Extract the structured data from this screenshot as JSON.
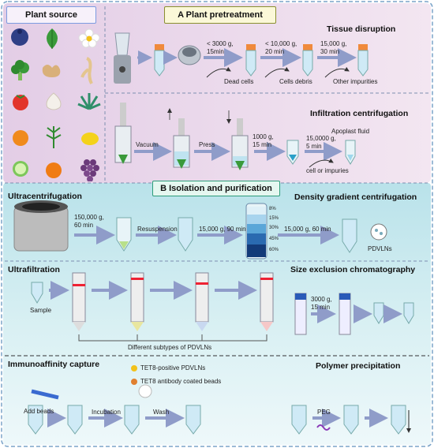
{
  "headings": {
    "plant_source": "Plant source",
    "pretreatment": "A Plant pretreatment",
    "tissue_disruption": "Tissue disruption",
    "infiltration": "Infiltration centrifugation",
    "isolation": "B Isolation and purification",
    "ultracentrifugation": "Ultracentrifugation",
    "density_gradient": "Density gradient centrifugation",
    "ultrafiltration": "Ultrafiltration",
    "size_exclusion": "Size exclusion chromatography",
    "immunoaffinity": "Immunoaffinity capture",
    "polymer": "Polymer precipitation"
  },
  "tissue": {
    "step1_line1": "< 3000 g,",
    "step1_line2": "15min",
    "step1_waste": "Dead cells",
    "step2_line1": "< 10,000 g,",
    "step2_line2": "20 min",
    "step2_waste": "Cells debris",
    "step3_line1": "15,000 g,",
    "step3_line2": "30 min",
    "step3_waste": "Other impurities"
  },
  "infiltration": {
    "vacuum": "Vacuum",
    "press": "Press",
    "spin1_line1": "1000 g,",
    "spin1_line2": "15 min",
    "apoplast": "Apoplast fluid",
    "spin2_line1": "15,0000 g,",
    "spin2_line2": "5 min",
    "waste": "cell or impuries"
  },
  "ultra": {
    "spin1_line1": "150,000 g,",
    "spin1_line2": "60 min",
    "resuspension": "Resuspension",
    "spin2": "15,000 g, 90 min",
    "gradient": [
      "8%",
      "15%",
      "30%",
      "45%",
      "60%"
    ],
    "spin3": "15,000 g, 60 min",
    "product": "PDVLNs"
  },
  "filtration": {
    "sample": "Sample",
    "subtypes": "Different subtypes of PDVLNs",
    "sec_line1": "3000 g,",
    "sec_line2": "15 min"
  },
  "immuno": {
    "legend_particles": "TET8-positive PDVLNs",
    "legend_beads": "TET8 antibody coated beads",
    "add_beads": "Add beads",
    "incubation": "Incubation",
    "wash": "Wash",
    "peg": "PEG"
  },
  "colors": {
    "panel_a": "#ead9ec",
    "panel_b": "#c8e8ee",
    "arrow": "#8f9cc9",
    "tube_cap": "#f08a3c"
  }
}
